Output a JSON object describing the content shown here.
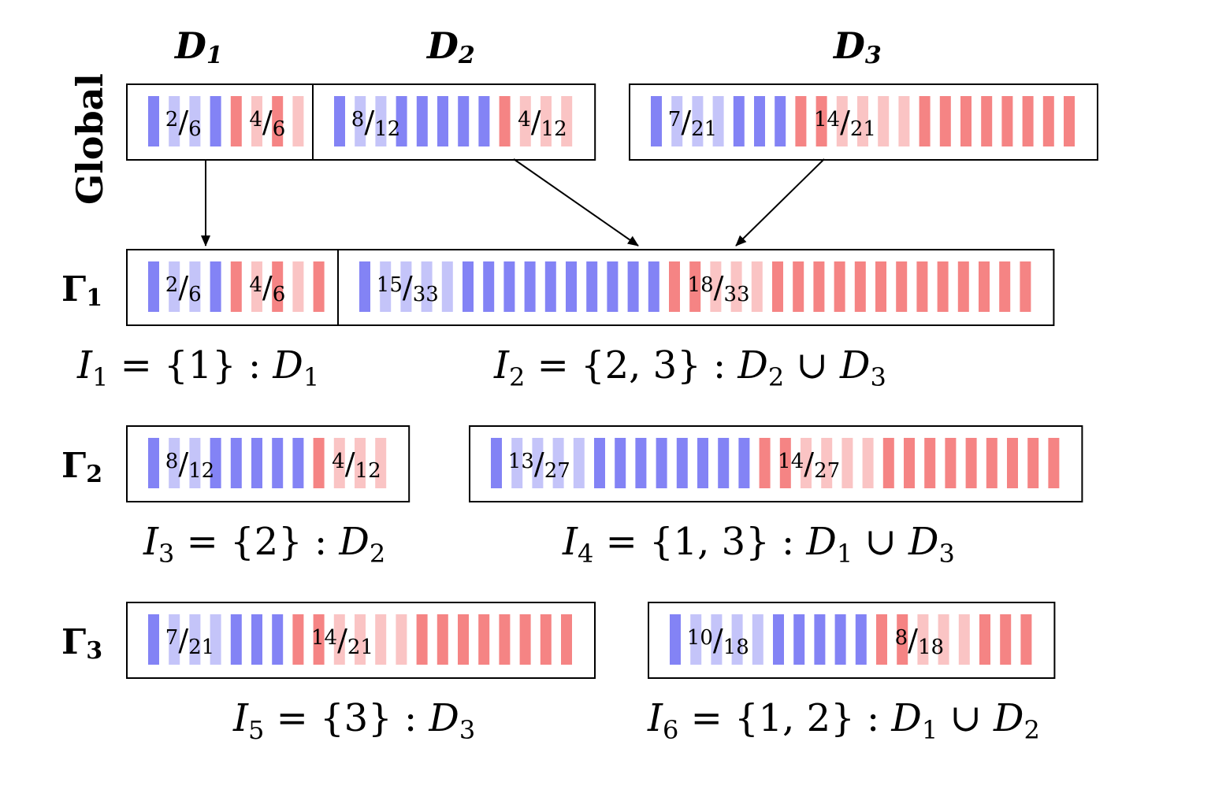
{
  "headers": {
    "d1": {
      "base": "D",
      "sub": "1"
    },
    "d2": {
      "base": "D",
      "sub": "2"
    },
    "d3": {
      "base": "D",
      "sub": "3"
    },
    "global": "Global"
  },
  "row_labels": {
    "g1": {
      "base": "Γ",
      "sub": "1"
    },
    "g2": {
      "base": "Γ",
      "sub": "2"
    },
    "g3": {
      "base": "Γ",
      "sub": "3"
    }
  },
  "colors": {
    "blue": "#8383f5",
    "blue_light": "#c4c4f9",
    "red": "#f58484",
    "red_light": "#fac4c4",
    "frame": "#000000"
  },
  "boxes": [
    {
      "id": "global-d1",
      "bars": "BLLBRLRLR",
      "lbl_a": {
        "n": "2",
        "d": "6"
      },
      "lbl_b": {
        "n": "4",
        "d": "6"
      }
    },
    {
      "id": "global-d2",
      "bars": "BLLBBBBBRLLL",
      "lbl_a": {
        "n": "8",
        "d": "12"
      },
      "lbl_b": {
        "n": "4",
        "d": "12"
      }
    },
    {
      "id": "global-d3",
      "bars": "BLLLBBBRRLLLLRRRRRRRR",
      "lbl_a": {
        "n": "7",
        "d": "21"
      },
      "lbl_b": {
        "n": "14",
        "d": "21"
      }
    },
    {
      "id": "gamma1-i1",
      "bars": "BLLBRLRLR",
      "lbl_a": {
        "n": "2",
        "d": "6"
      },
      "lbl_b": {
        "n": "4",
        "d": "6"
      }
    },
    {
      "id": "gamma1-i2",
      "bars": "BLLLLBBBBBBBBBBRRLLLRRRRRRRRRRRRR",
      "lbl_a": {
        "n": "15",
        "d": "33"
      },
      "lbl_b": {
        "n": "18",
        "d": "33"
      }
    },
    {
      "id": "gamma2-i3",
      "bars": "BLLBBBBBRLLL",
      "lbl_a": {
        "n": "8",
        "d": "12"
      },
      "lbl_b": {
        "n": "4",
        "d": "12"
      }
    },
    {
      "id": "gamma2-i4",
      "bars": "BLLLLBBBBBBBBRRLLLLRRRRRRRRR",
      "lbl_a": {
        "n": "13",
        "d": "27"
      },
      "lbl_b": {
        "n": "14",
        "d": "27"
      }
    },
    {
      "id": "gamma3-i5",
      "bars": "BLLLBBBRRLLLLRRRRRRRR",
      "lbl_a": {
        "n": "7",
        "d": "21"
      },
      "lbl_b": {
        "n": "14",
        "d": "21"
      }
    },
    {
      "id": "gamma3-i6",
      "bars": "BLLLLBBBBBRRLLLRRR",
      "lbl_a": {
        "n": "10",
        "d": "18"
      },
      "lbl_b": {
        "n": "8",
        "d": "18"
      }
    }
  ],
  "captions": {
    "i1": {
      "I": "I",
      "sub": "1",
      "eq": " = {1} : ",
      "terms": [
        {
          "t": "D",
          "s": "1"
        }
      ]
    },
    "i2": {
      "I": "I",
      "sub": "2",
      "eq": " = {2, 3} : ",
      "terms": [
        {
          "t": "D",
          "s": "2"
        },
        {
          "op": " ∪ "
        },
        {
          "t": "D",
          "s": "3"
        }
      ]
    },
    "i3": {
      "I": "I",
      "sub": "3",
      "eq": " = {2} : ",
      "terms": [
        {
          "t": "D",
          "s": "2"
        }
      ]
    },
    "i4": {
      "I": "I",
      "sub": "4",
      "eq": " = {1, 3} : ",
      "terms": [
        {
          "t": "D",
          "s": "1"
        },
        {
          "op": " ∪ "
        },
        {
          "t": "D",
          "s": "3"
        }
      ]
    },
    "i5": {
      "I": "I",
      "sub": "5",
      "eq": " = {3} : ",
      "terms": [
        {
          "t": "D",
          "s": "3"
        }
      ]
    },
    "i6": {
      "I": "I",
      "sub": "6",
      "eq": " = {1, 2} : ",
      "terms": [
        {
          "t": "D",
          "s": "1"
        },
        {
          "op": " ∪ "
        },
        {
          "t": "D",
          "s": "2"
        }
      ]
    }
  }
}
